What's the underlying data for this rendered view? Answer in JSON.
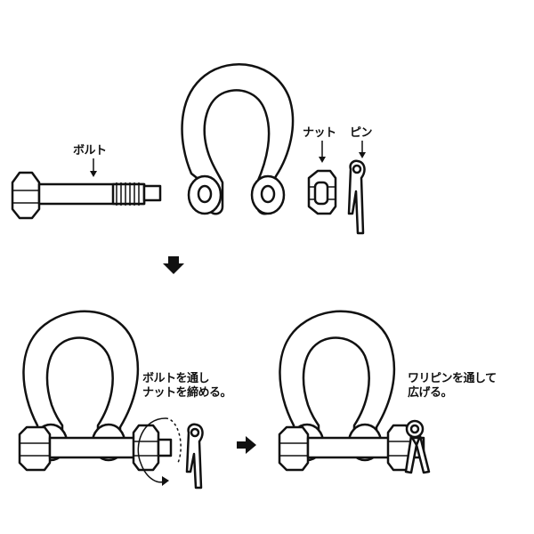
{
  "labels": {
    "bolt": "ボルト",
    "nut": "ナット",
    "pin": "ピン"
  },
  "steps": {
    "step1_line1": "ボルトを通し",
    "step1_line2": "ナットを締める。",
    "step2_line1": "ワリピンを通して",
    "step2_line2": "広げる。"
  },
  "colors": {
    "stroke": "#111111",
    "fill": "#ffffff"
  }
}
